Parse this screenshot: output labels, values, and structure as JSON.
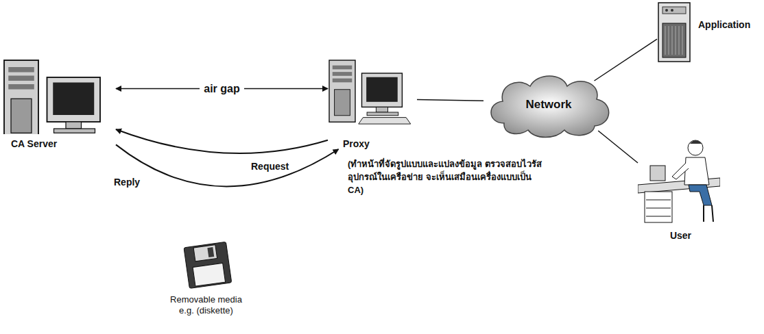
{
  "diagram": {
    "nodes": [
      {
        "text": [
          "CA Server"
        ]
      },
      {
        "text": [
          "Proxy"
        ]
      },
      {
        "text": [
          "Network"
        ]
      },
      {
        "text": [
          "Application"
        ]
      },
      {
        "text": [
          "User"
        ]
      }
    ],
    "edges": [
      {
        "from": 0,
        "to": 1,
        "label": "air gap",
        "arrow": "both"
      },
      {
        "from": 1,
        "to": 0,
        "label": "Request",
        "arrow": "to"
      },
      {
        "from": 0,
        "to": 1,
        "label": "Reply",
        "arrow": "to"
      },
      {
        "from": 1,
        "to": 2,
        "arrow": "none"
      },
      {
        "from": 2,
        "to": 3,
        "arrow": "none"
      },
      {
        "from": 2,
        "to": 4,
        "arrow": "none"
      }
    ],
    "labels": [
      "(ทำหน้าที่จัดรูปแบบและแปลงข้อมูล ตรวจสอบไวรัสอุปกรณ์ในเครือข่าย จะเห็นเสมือนเครื่องแบบเป็น CA)",
      "Removable media e.g. (diskette)"
    ]
  }
}
